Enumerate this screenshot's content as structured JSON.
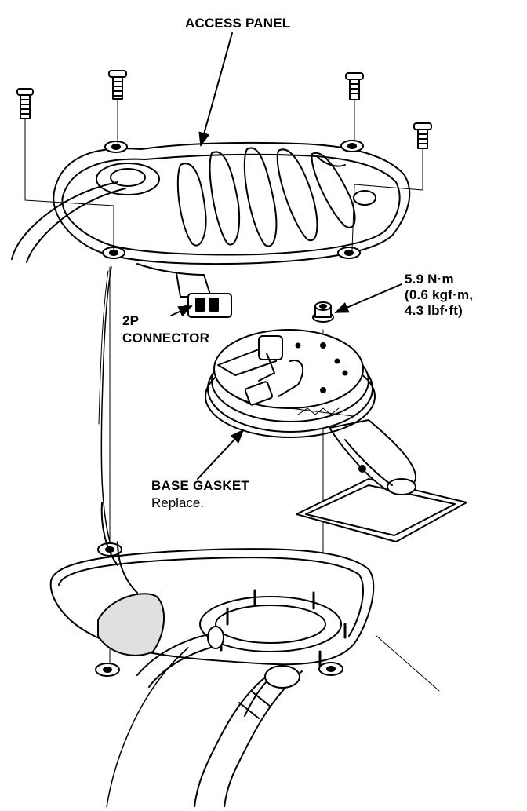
{
  "labels": {
    "access_panel": "ACCESS PANEL",
    "connector_line1": "2P",
    "connector_line2": "CONNECTOR",
    "torque_line1": "5.9 N·m",
    "torque_line2": "(0.6 kgf·m,",
    "torque_line3": "4.3 lbf·ft)",
    "base_gasket": "BASE GASKET",
    "base_gasket_note": "Replace."
  },
  "colors": {
    "ink": "#000000",
    "paper": "#ffffff",
    "shade": "#d8d8d8"
  }
}
